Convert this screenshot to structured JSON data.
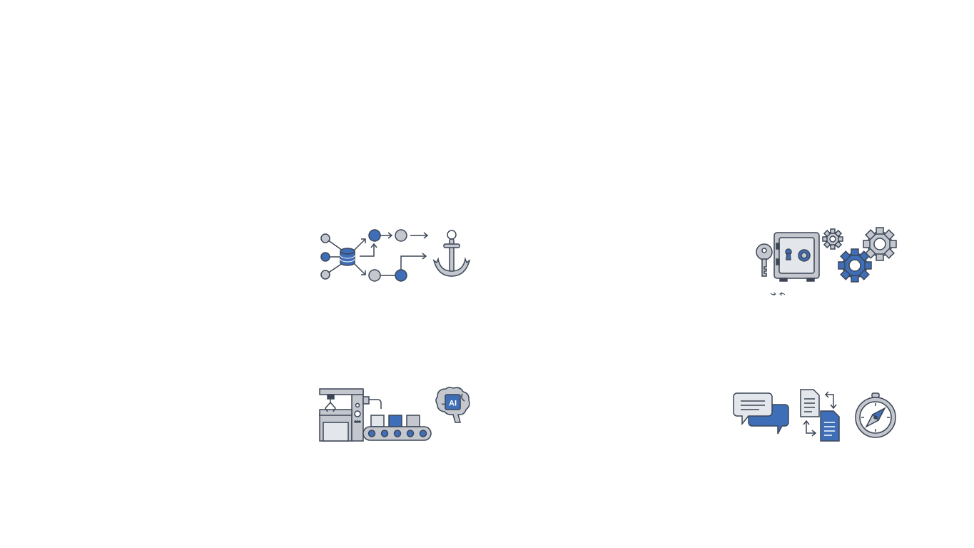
{
  "colors": {
    "accent_blue": "#3F6EB8",
    "stroke_dark": "#3C4656",
    "fill_gray": "#C4C8CE",
    "fill_light": "#E3E6EA",
    "background": "#FFFFFF"
  },
  "groups": [
    {
      "id": "data-flow",
      "icons": [
        "network-hub-icon",
        "workflow-nodes-icon",
        "anchor-icon"
      ]
    },
    {
      "id": "security",
      "icons": [
        "key-icon",
        "safe-icon",
        "gears-icon",
        "small-arrows-icon"
      ]
    },
    {
      "id": "automation",
      "icons": [
        "assembly-line-icon",
        "ai-brain-icon"
      ]
    },
    {
      "id": "comms",
      "icons": [
        "chat-bubbles-icon",
        "document-exchange-icon",
        "compass-icon"
      ]
    }
  ],
  "ai_badge": {
    "label": "AI"
  }
}
